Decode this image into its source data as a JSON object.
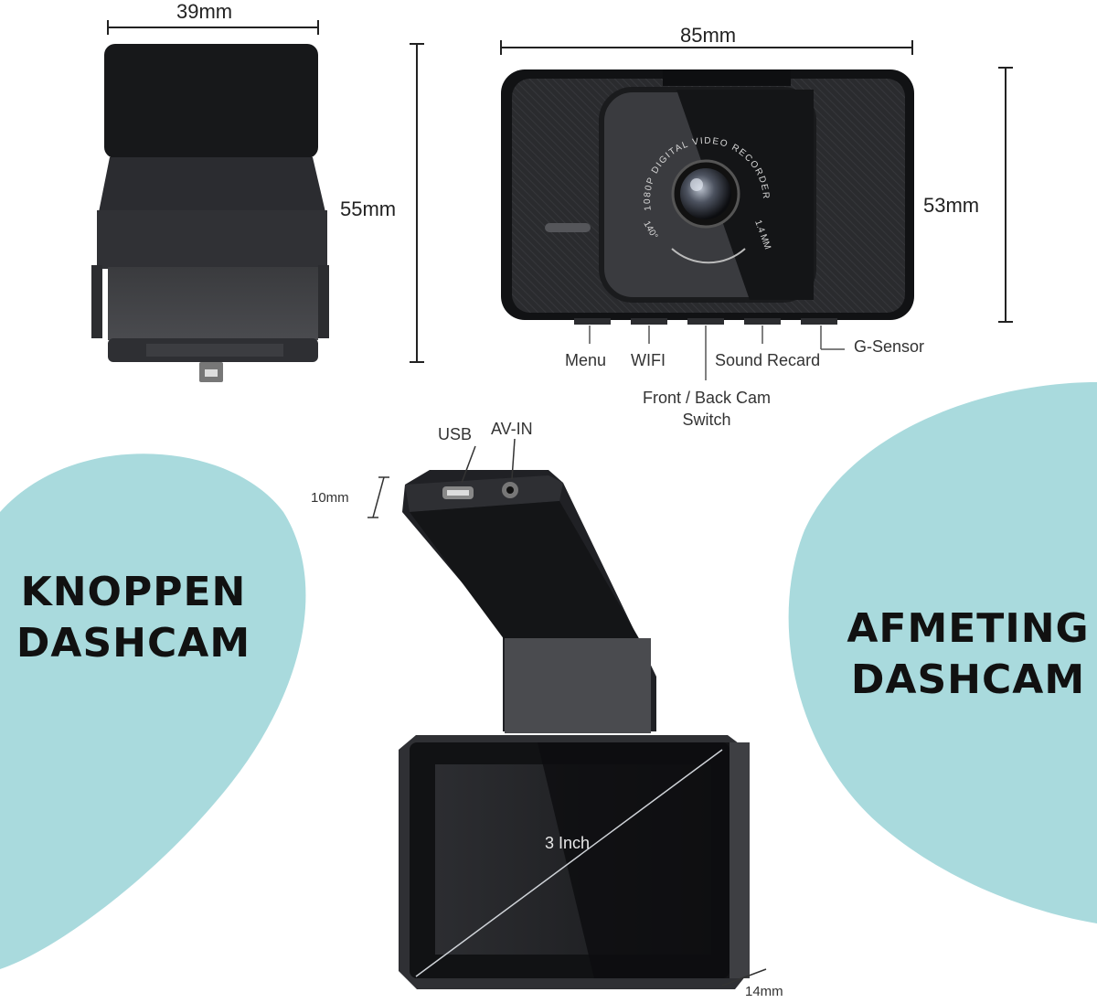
{
  "dimensions": {
    "side_width": "39mm",
    "side_height": "55mm",
    "front_width": "85mm",
    "front_height": "53mm",
    "thickness_top": "10mm",
    "thickness_side": "14mm"
  },
  "buttons": {
    "menu": "Menu",
    "wifi": "WIFI",
    "switch_line1": "Front / Back Cam",
    "switch_line2": "Switch",
    "sound": "Sound Recard",
    "gsensor": "G-Sensor"
  },
  "ports": {
    "usb": "USB",
    "av_in": "AV-IN"
  },
  "screen": {
    "size": "3 Inch"
  },
  "lens_ring": {
    "text": "1080P DIGITAL VIDEO RECORDER",
    "focal": "1.4 MM",
    "angle": "140°"
  },
  "side_text": {
    "left_line1": "KNOPPEN",
    "left_line2": "DASHCAM",
    "right_line1": "AFMETING",
    "right_line2": "DASHCAM"
  },
  "colors": {
    "teal_blob": "#a9dadd",
    "device_dark": "#1e1f22"
  }
}
